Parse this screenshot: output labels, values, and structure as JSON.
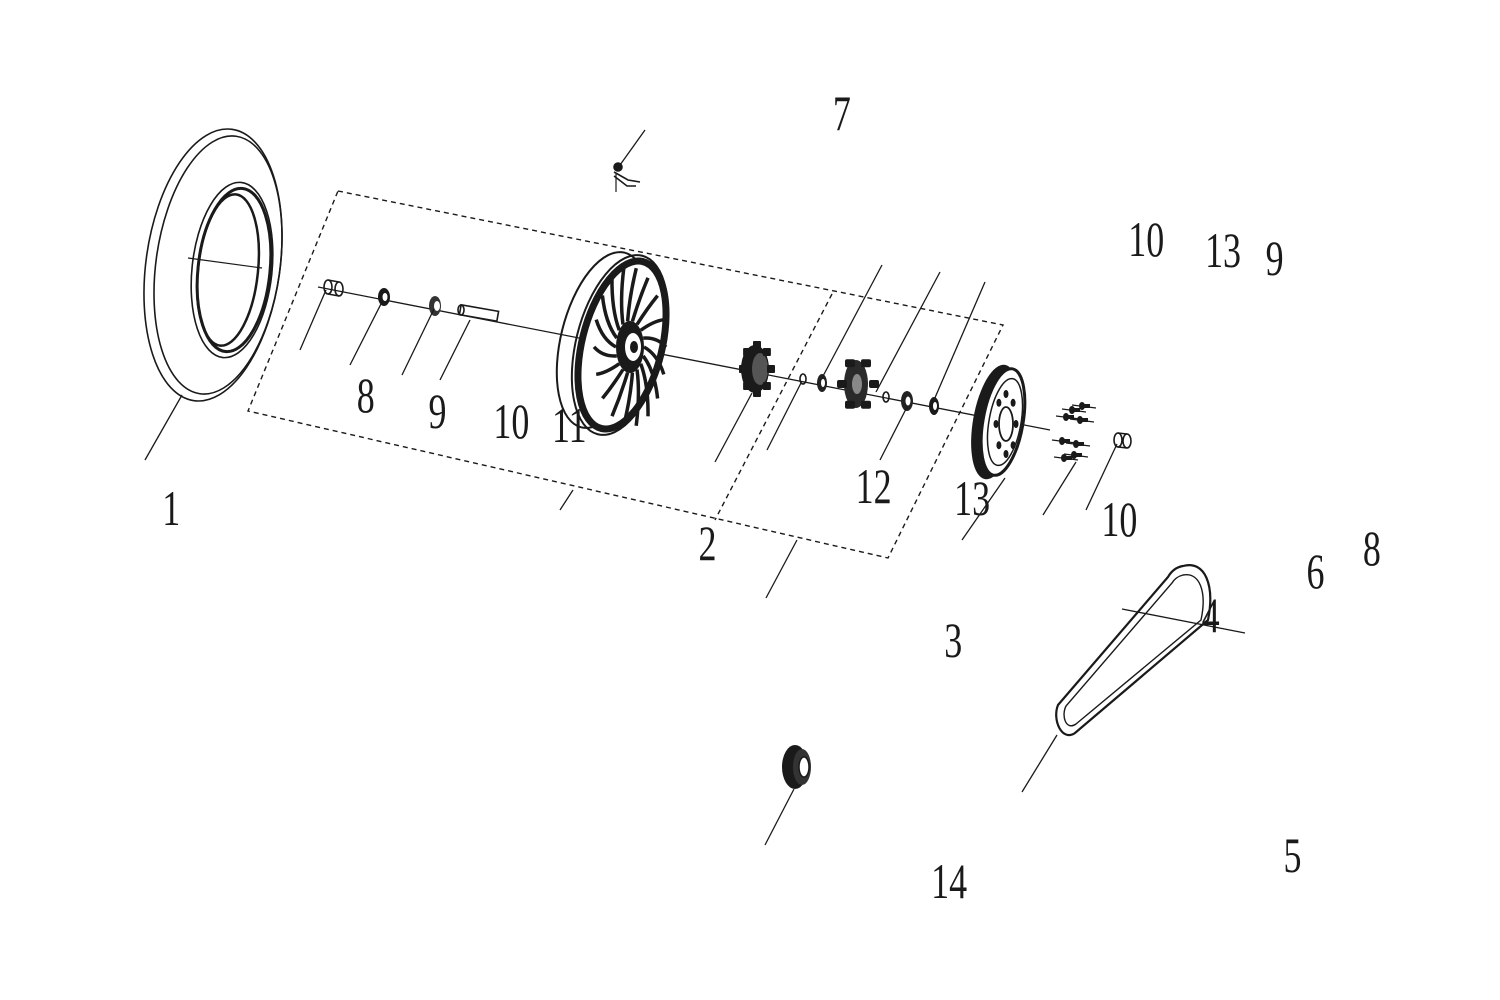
{
  "diagram": {
    "type": "exploded-parts-diagram",
    "labels": [
      {
        "id": "1",
        "text": "1"
      },
      {
        "id": "2",
        "text": "2"
      },
      {
        "id": "3",
        "text": "3"
      },
      {
        "id": "4",
        "text": "4"
      },
      {
        "id": "5",
        "text": "5"
      },
      {
        "id": "6",
        "text": "6"
      },
      {
        "id": "7",
        "text": "7"
      },
      {
        "id": "8a",
        "text": "8"
      },
      {
        "id": "8b",
        "text": "8"
      },
      {
        "id": "9a",
        "text": "9"
      },
      {
        "id": "9b",
        "text": "9"
      },
      {
        "id": "10a",
        "text": "10"
      },
      {
        "id": "10b",
        "text": "10"
      },
      {
        "id": "10c",
        "text": "10"
      },
      {
        "id": "11",
        "text": "11"
      },
      {
        "id": "12",
        "text": "12"
      },
      {
        "id": "13a",
        "text": "13"
      },
      {
        "id": "13b",
        "text": "13"
      },
      {
        "id": "14",
        "text": "14"
      }
    ]
  }
}
